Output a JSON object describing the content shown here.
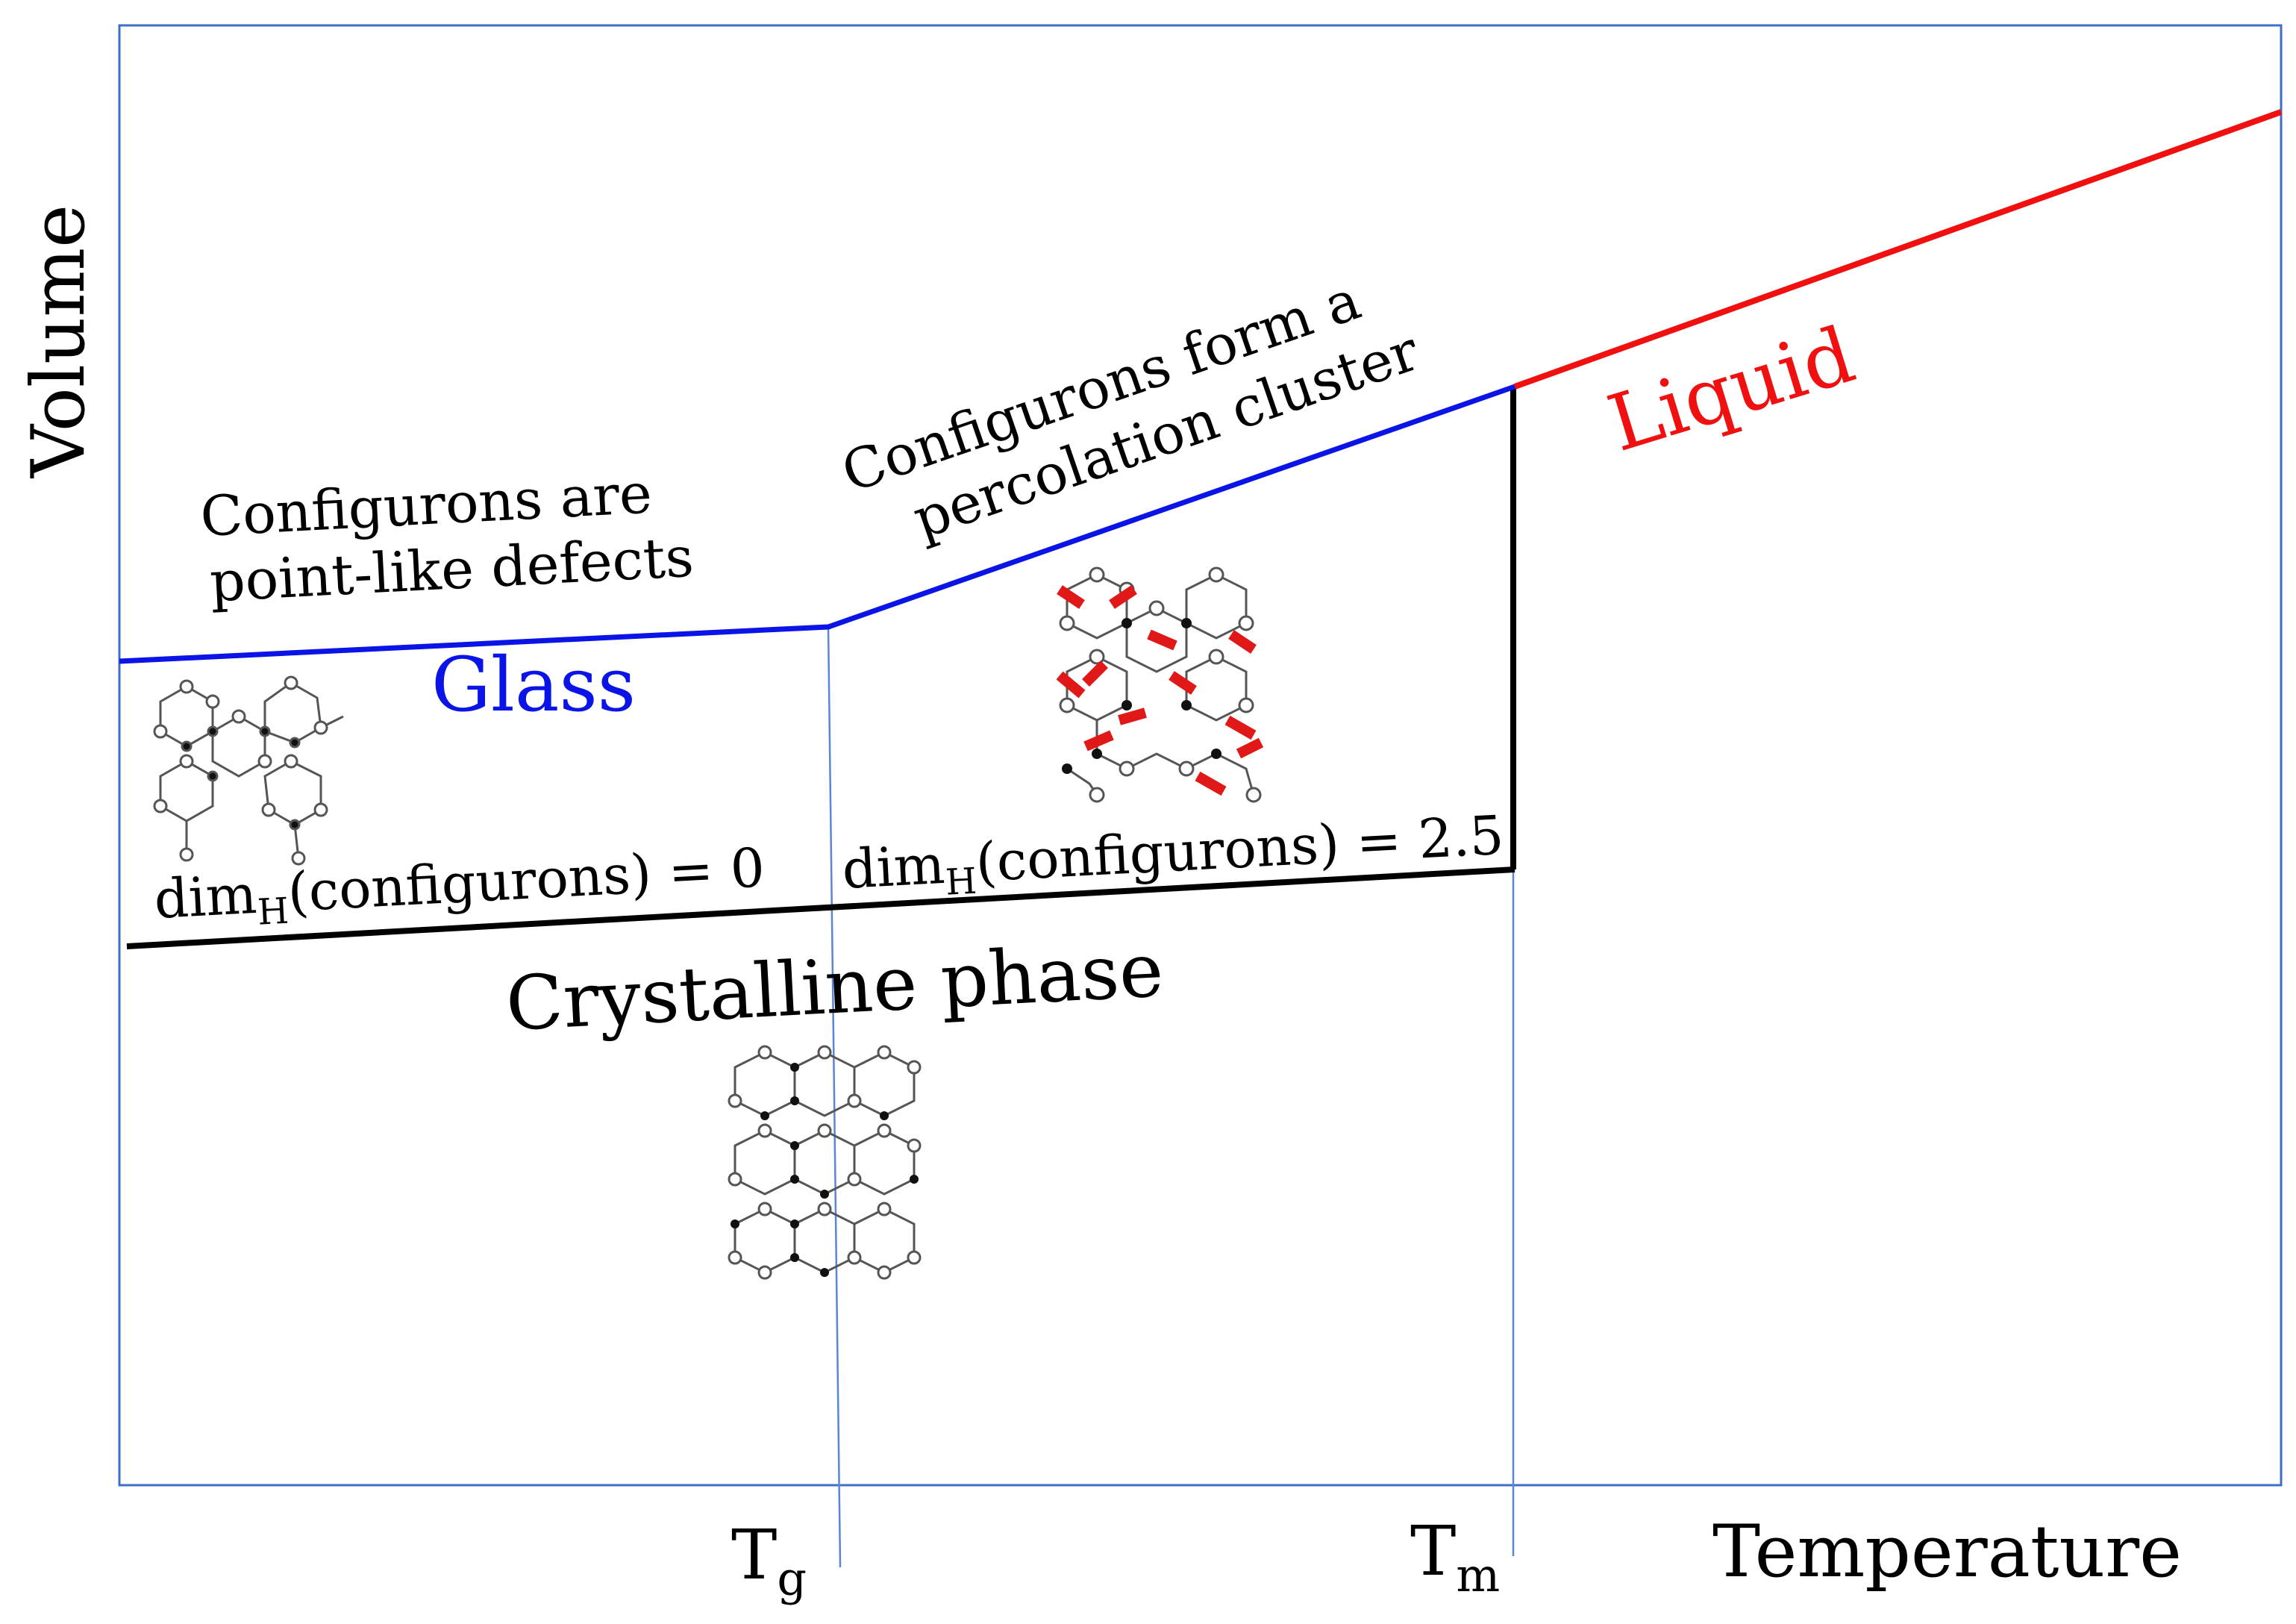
{
  "labels": {
    "y_axis": "Volume",
    "x_axis": "Temperature",
    "tg_main": "T",
    "tg_sub": "g",
    "tm_main": "T",
    "tm_sub": "m",
    "glass": "Glass",
    "liquid": "Liquid",
    "crystalline": "Crystalline phase",
    "point_defects_line1": "Configurons are",
    "point_defects_line2": "point-like defects",
    "percolation_line1": "Configurons form a",
    "percolation_line2": "percolation cluster",
    "dim_prefix": "dim",
    "dim_sub": "H",
    "dim_low_suffix": "(configurons) = 0",
    "dim_high_suffix": "(configurons) = 2.5"
  },
  "colors": {
    "glass": "#0a14e6",
    "liquid": "#f01010",
    "crystal": "#000000",
    "guide": "#5b86d6",
    "frame": "#3f6fc4",
    "defect": "#e01818"
  }
}
